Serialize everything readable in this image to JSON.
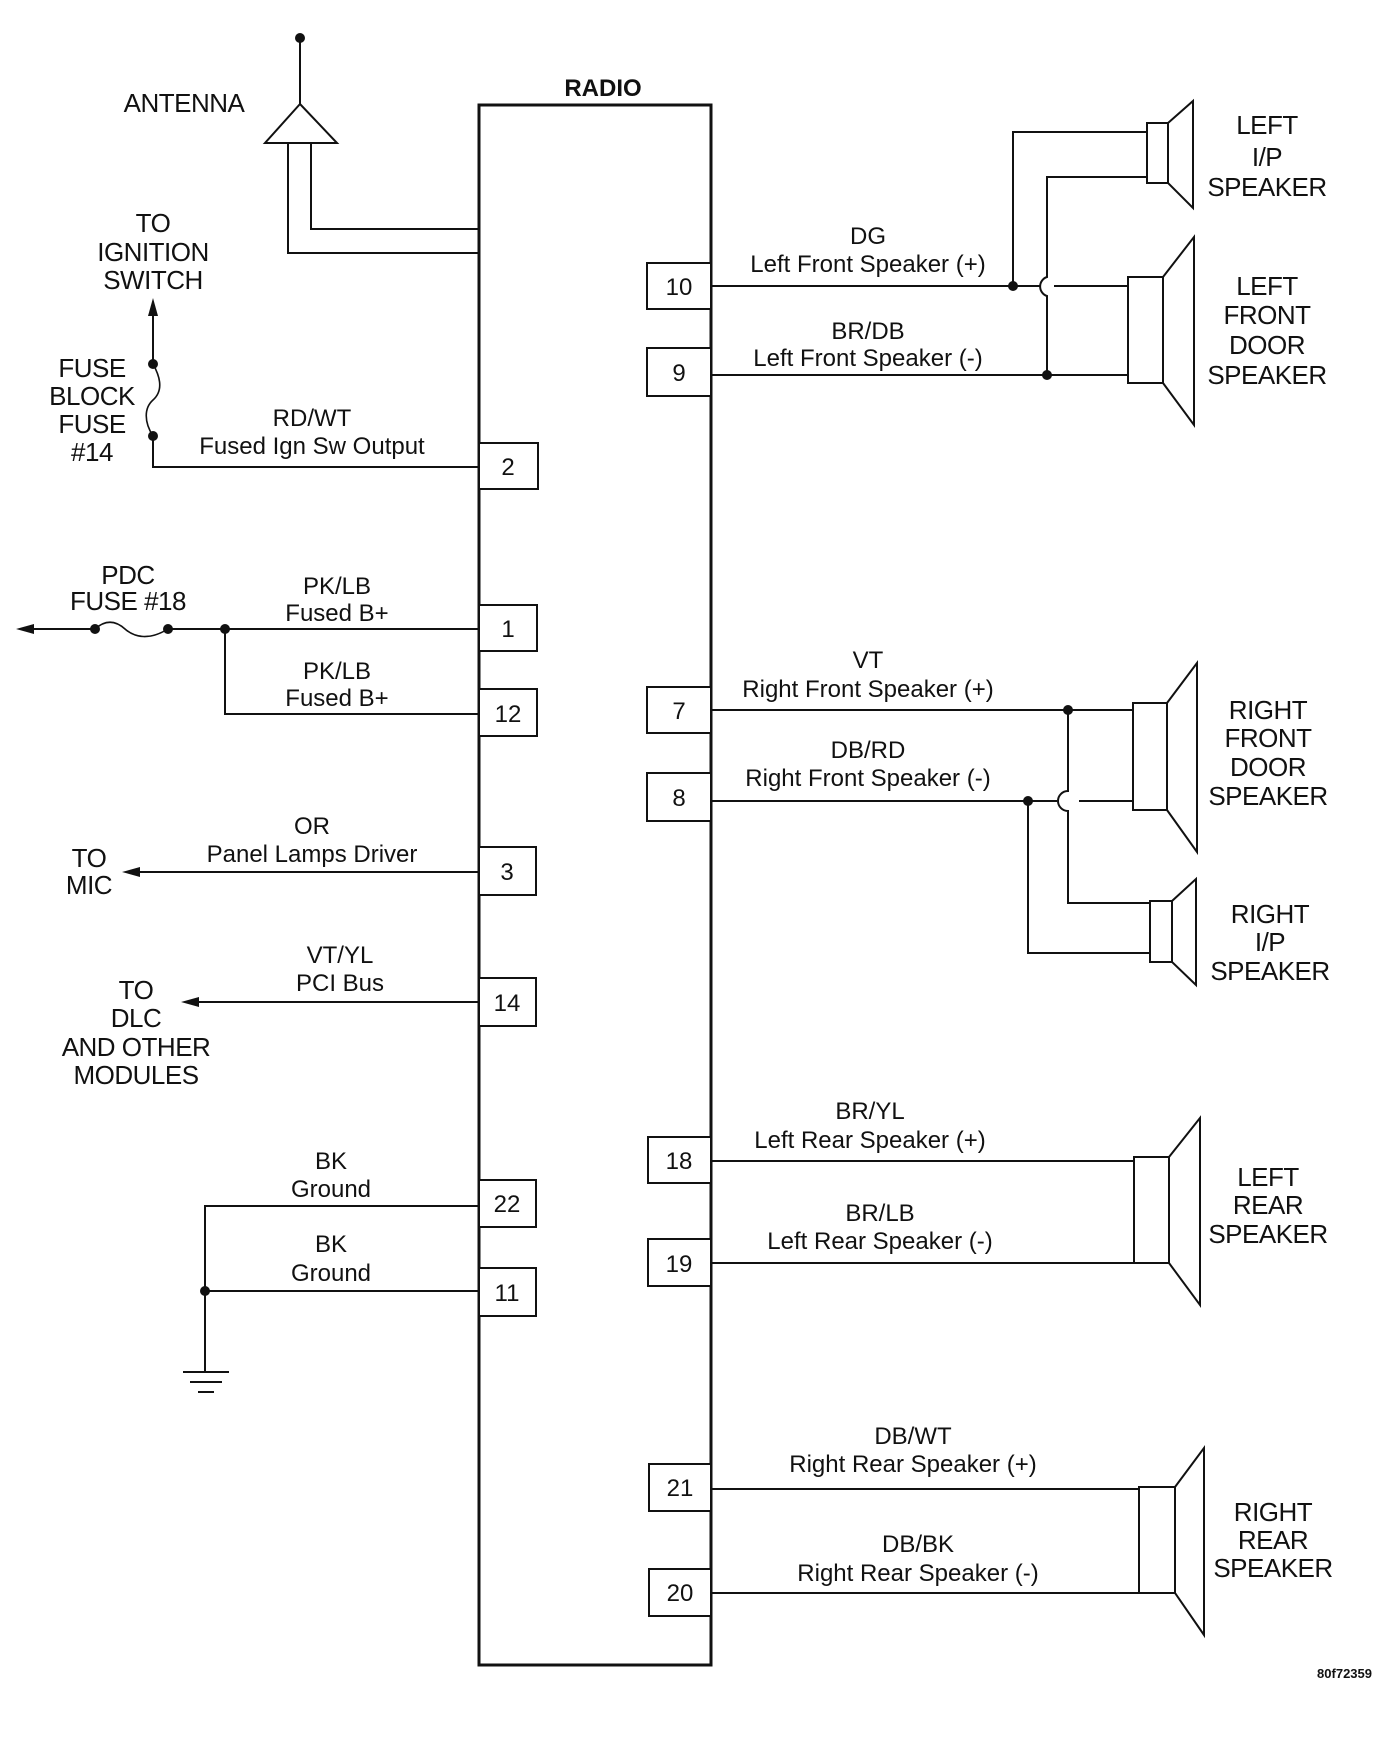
{
  "radio": {
    "title": "RADIO"
  },
  "figure_id": "80f72359",
  "colors": {
    "ink": "#111111",
    "background": "#ffffff"
  },
  "left": {
    "antenna": {
      "label": "ANTENNA"
    },
    "ignition": {
      "lines": [
        "TO",
        "IGNITION",
        "SWITCH"
      ]
    },
    "fuse_block": {
      "lines": [
        "FUSE",
        "BLOCK",
        "FUSE",
        "#14"
      ]
    },
    "pdc_fuse": {
      "lines": [
        "PDC",
        "FUSE #18"
      ]
    },
    "to_mic": {
      "lines": [
        "TO",
        "MIC"
      ]
    },
    "to_dlc": {
      "lines": [
        "TO",
        "DLC",
        "AND OTHER",
        "MODULES"
      ]
    }
  },
  "circuits_left": [
    {
      "pin": "2",
      "color": "RD/WT",
      "desc": "Fused Ign Sw Output"
    },
    {
      "pin": "1",
      "color": "PK/LB",
      "desc": "Fused B+"
    },
    {
      "pin": "12",
      "color": "PK/LB",
      "desc": "Fused B+"
    },
    {
      "pin": "3",
      "color": "OR",
      "desc": "Panel Lamps Driver"
    },
    {
      "pin": "14",
      "color": "VT/YL",
      "desc": "PCI Bus"
    },
    {
      "pin": "22",
      "color": "BK",
      "desc": "Ground"
    },
    {
      "pin": "11",
      "color": "BK",
      "desc": "Ground"
    }
  ],
  "circuits_right": [
    {
      "pin": "10",
      "color": "DG",
      "desc": "Left Front Speaker (+)"
    },
    {
      "pin": "9",
      "color": "BR/DB",
      "desc": "Left Front Speaker (-)"
    },
    {
      "pin": "7",
      "color": "VT",
      "desc": "Right Front Speaker (+)"
    },
    {
      "pin": "8",
      "color": "DB/RD",
      "desc": "Right Front Speaker (-)"
    },
    {
      "pin": "18",
      "color": "BR/YL",
      "desc": "Left Rear Speaker (+)"
    },
    {
      "pin": "19",
      "color": "BR/LB",
      "desc": "Left Rear Speaker (-)"
    },
    {
      "pin": "21",
      "color": "DB/WT",
      "desc": "Right Rear Speaker (+)"
    },
    {
      "pin": "20",
      "color": "DB/BK",
      "desc": "Right Rear Speaker (-)"
    }
  ],
  "speakers": [
    {
      "name": "left-ip",
      "lines": [
        "LEFT",
        "I/P",
        "SPEAKER"
      ]
    },
    {
      "name": "left-front-door",
      "lines": [
        "LEFT",
        "FRONT",
        "DOOR",
        "SPEAKER"
      ]
    },
    {
      "name": "right-front-door",
      "lines": [
        "RIGHT",
        "FRONT",
        "DOOR",
        "SPEAKER"
      ]
    },
    {
      "name": "right-ip",
      "lines": [
        "RIGHT",
        "I/P",
        "SPEAKER"
      ]
    },
    {
      "name": "left-rear",
      "lines": [
        "LEFT",
        "REAR",
        "SPEAKER"
      ]
    },
    {
      "name": "right-rear",
      "lines": [
        "RIGHT",
        "REAR",
        "SPEAKER"
      ]
    }
  ]
}
